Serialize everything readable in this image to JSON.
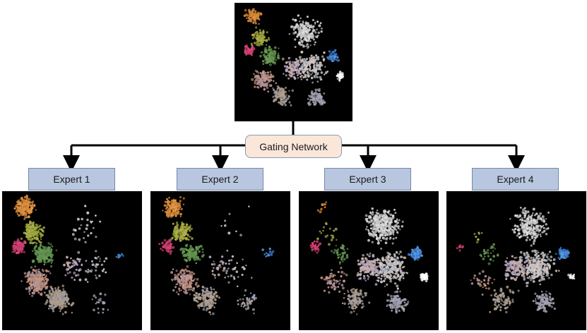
{
  "gating": {
    "label": "Gating Network"
  },
  "experts": [
    {
      "label": "Expert 1"
    },
    {
      "label": "Expert 2"
    },
    {
      "label": "Expert 3"
    },
    {
      "label": "Expert 4"
    }
  ],
  "colors": {
    "panel_bg": "#000000",
    "gating_fill": "#fbe6da",
    "expert_fill": "#b8c7df",
    "connector": "#000000"
  }
}
